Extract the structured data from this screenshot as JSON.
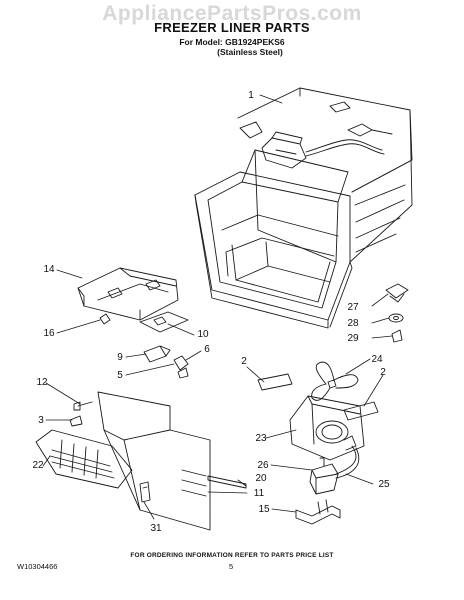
{
  "watermark": "AppliancePartsPros.com",
  "header": {
    "title": "FREEZER LINER PARTS",
    "model_line": "For Model: GB1924PEKS6",
    "variant_line": "(Stainless Steel)"
  },
  "callouts": [
    "1",
    "14",
    "16",
    "10",
    "9",
    "6",
    "5",
    "12",
    "3",
    "22",
    "31",
    "11",
    "20",
    "2",
    "24",
    "2",
    "23",
    "26",
    "25",
    "15",
    "27",
    "28",
    "29"
  ],
  "footer": {
    "note": "FOR ORDERING INFORMATION REFER TO PARTS PRICE LIST",
    "doc_number": "W10304466",
    "page_number": "5"
  }
}
